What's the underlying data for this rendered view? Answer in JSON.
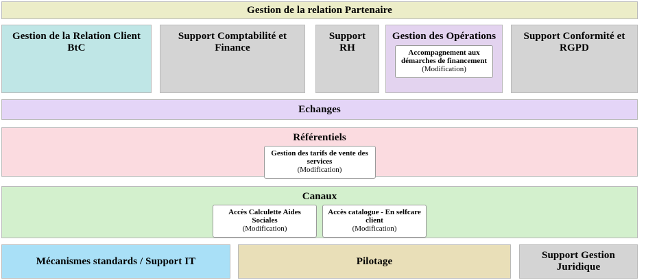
{
  "diagram": {
    "title_band": {
      "label": "Gestion de la relation Partenaire",
      "color": "#ecedc8"
    },
    "capabilities": [
      {
        "label": "Gestion de la Relation Client BtC",
        "color": "#bfe6e6",
        "processes": []
      },
      {
        "label": "Support Comptabilité et Finance",
        "color": "#d4d4d4",
        "processes": []
      },
      {
        "label": "Support RH",
        "color": "#d4d4d4",
        "processes": []
      },
      {
        "label": "Gestion des Opérations",
        "color": "#e3d3ef",
        "processes": [
          {
            "name": "Accompagnement aux démarches de financement",
            "state": "(Modification)"
          }
        ]
      },
      {
        "label": "Support Conformité et RGPD",
        "color": "#d4d4d4",
        "processes": []
      }
    ],
    "echanges": {
      "label": "Echanges",
      "color": "#e4d5f7"
    },
    "referentiels": {
      "label": "Référentiels",
      "color": "#fbdbe0",
      "processes": [
        {
          "name": "Gestion des tarifs de vente des services",
          "state": "(Modification)"
        }
      ]
    },
    "canaux": {
      "label": "Canaux",
      "color": "#d3f0cd",
      "processes": [
        {
          "name": "Accès Calculette Aides Sociales",
          "state": "(Modification)"
        },
        {
          "name": "Accès catalogue - En selfcare client",
          "state": "(Modification)"
        }
      ]
    },
    "supports": [
      {
        "label": "Mécanismes standards / Support IT",
        "color": "#a9e0f7"
      },
      {
        "label": "Pilotage",
        "color": "#e9dfb8"
      },
      {
        "label": "Support Gestion Juridique",
        "color": "#d4d4d4"
      }
    ]
  }
}
